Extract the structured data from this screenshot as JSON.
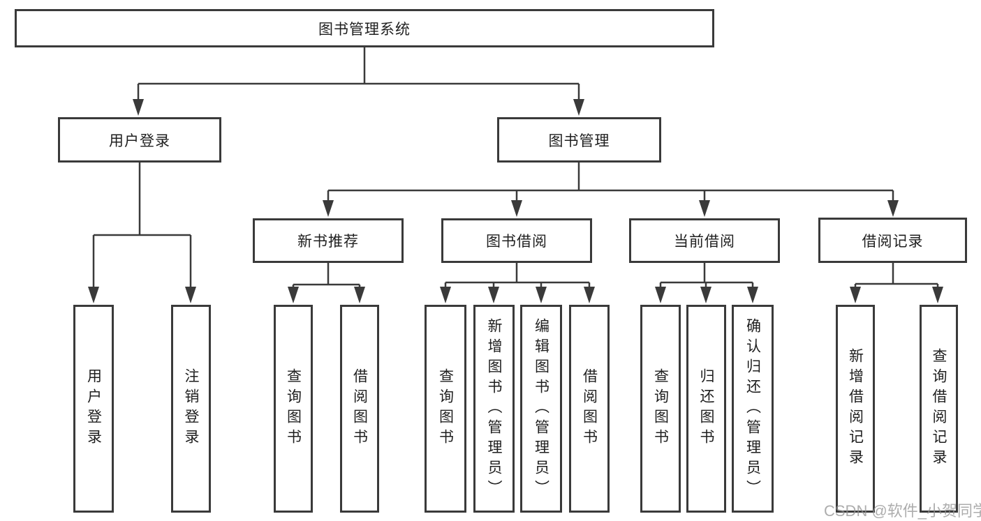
{
  "diagram_title": "图书管理系统",
  "watermark": "CSDN @软件_小贺同学",
  "colors": {
    "line": "#3a3a3a",
    "text": "#1f1f1f",
    "box_fill": "#ffffff",
    "watermark": "#919191"
  },
  "tree": {
    "label": "图书管理系统",
    "children": [
      {
        "label": "用户登录",
        "children": [
          {
            "label": "用户登录"
          },
          {
            "label": "注销登录"
          }
        ]
      },
      {
        "label": "图书管理",
        "children": [
          {
            "label": "新书推荐",
            "children": [
              {
                "label": "查询图书"
              },
              {
                "label": "借阅图书"
              }
            ]
          },
          {
            "label": "图书借阅",
            "children": [
              {
                "label": "查询图书"
              },
              {
                "label": "新增图书（管理员）"
              },
              {
                "label": "编辑图书（管理员）"
              },
              {
                "label": "借阅图书"
              }
            ]
          },
          {
            "label": "当前借阅",
            "children": [
              {
                "label": "查询图书"
              },
              {
                "label": "归还图书"
              },
              {
                "label": "确认归还（管理员）"
              }
            ]
          },
          {
            "label": "借阅记录",
            "children": [
              {
                "label": "新增借阅记录"
              },
              {
                "label": "查询借阅记录"
              }
            ]
          }
        ]
      }
    ]
  }
}
